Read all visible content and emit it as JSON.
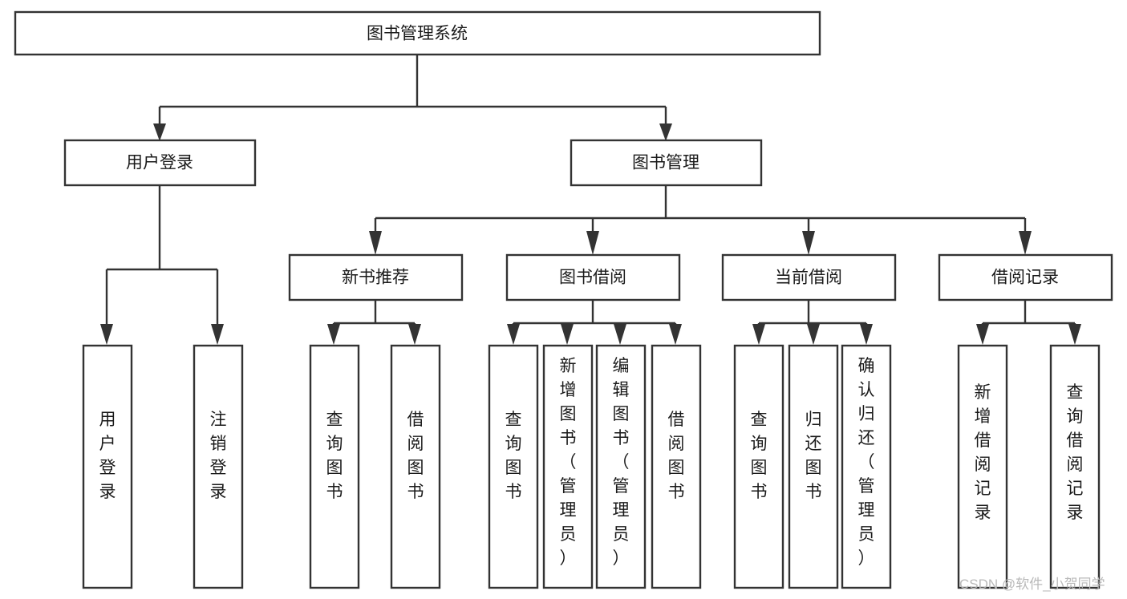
{
  "diagram": {
    "type": "hierarchy-tree",
    "title": "图书管理系统",
    "orientation": "top-down",
    "levels": 4,
    "root": {
      "id": "root",
      "label": "图书管理系统",
      "text_direction": "horizontal"
    },
    "level2": [
      {
        "id": "user-login",
        "label": "用户登录",
        "text_direction": "horizontal"
      },
      {
        "id": "book-manage",
        "label": "图书管理",
        "text_direction": "horizontal"
      }
    ],
    "level3": [
      {
        "id": "new-book-rec",
        "label": "新书推荐",
        "text_direction": "horizontal",
        "parent": "book-manage"
      },
      {
        "id": "book-borrow",
        "label": "图书借阅",
        "text_direction": "horizontal",
        "parent": "book-manage"
      },
      {
        "id": "current-borrow",
        "label": "当前借阅",
        "text_direction": "horizontal",
        "parent": "book-manage"
      },
      {
        "id": "borrow-record",
        "label": "借阅记录",
        "text_direction": "horizontal",
        "parent": "book-manage"
      }
    ],
    "leaves": [
      {
        "id": "leaf-user-login",
        "label": "用户登录",
        "chars": [
          "用",
          "户",
          "登",
          "录"
        ],
        "parent": "user-login",
        "text_direction": "vertical"
      },
      {
        "id": "leaf-user-logout",
        "label": "注销登录",
        "chars": [
          "注",
          "销",
          "登",
          "录"
        ],
        "parent": "user-login",
        "text_direction": "vertical"
      },
      {
        "id": "leaf-query-book-1",
        "label": "查询图书",
        "chars": [
          "查",
          "询",
          "图",
          "书"
        ],
        "parent": "new-book-rec",
        "text_direction": "vertical"
      },
      {
        "id": "leaf-borrow-book-1",
        "label": "借阅图书",
        "chars": [
          "借",
          "阅",
          "图",
          "书"
        ],
        "parent": "new-book-rec",
        "text_direction": "vertical"
      },
      {
        "id": "leaf-query-book-2",
        "label": "查询图书",
        "chars": [
          "查",
          "询",
          "图",
          "书"
        ],
        "parent": "book-borrow",
        "text_direction": "vertical"
      },
      {
        "id": "leaf-add-book",
        "label": "新增图书（管理员）",
        "chars": [
          "新",
          "增",
          "图",
          "书",
          "（",
          "管",
          "理",
          "员",
          "）"
        ],
        "parent": "book-borrow",
        "text_direction": "vertical"
      },
      {
        "id": "leaf-edit-book",
        "label": "编辑图书（管理员）",
        "chars": [
          "编",
          "辑",
          "图",
          "书",
          "（",
          "管",
          "理",
          "员",
          "）"
        ],
        "parent": "book-borrow",
        "text_direction": "vertical"
      },
      {
        "id": "leaf-borrow-book-2",
        "label": "借阅图书",
        "chars": [
          "借",
          "阅",
          "图",
          "书"
        ],
        "parent": "book-borrow",
        "text_direction": "vertical"
      },
      {
        "id": "leaf-query-book-3",
        "label": "查询图书",
        "chars": [
          "查",
          "询",
          "图",
          "书"
        ],
        "parent": "current-borrow",
        "text_direction": "vertical"
      },
      {
        "id": "leaf-return-book",
        "label": "归还图书",
        "chars": [
          "归",
          "还",
          "图",
          "书"
        ],
        "parent": "current-borrow",
        "text_direction": "vertical"
      },
      {
        "id": "leaf-confirm-return",
        "label": "确认归还（管理员）",
        "chars": [
          "确",
          "认",
          "归",
          "还",
          "（",
          "管",
          "理",
          "员",
          "）"
        ],
        "parent": "current-borrow",
        "text_direction": "vertical"
      },
      {
        "id": "leaf-add-record",
        "label": "新增借阅记录",
        "chars": [
          "新",
          "增",
          "借",
          "阅",
          "记",
          "录"
        ],
        "parent": "borrow-record",
        "text_direction": "vertical"
      },
      {
        "id": "leaf-query-record",
        "label": "查询借阅记录",
        "chars": [
          "查",
          "询",
          "借",
          "阅",
          "记",
          "录"
        ],
        "parent": "borrow-record",
        "text_direction": "vertical"
      }
    ],
    "colors": {
      "background": "#ffffff",
      "box_fill": "#ffffff",
      "box_stroke": "#333333",
      "text": "#1a1a1a",
      "connector": "#333333",
      "watermark": "#b9b9b9"
    }
  },
  "watermark": {
    "text": "CSDN @软件_小贺同学"
  }
}
